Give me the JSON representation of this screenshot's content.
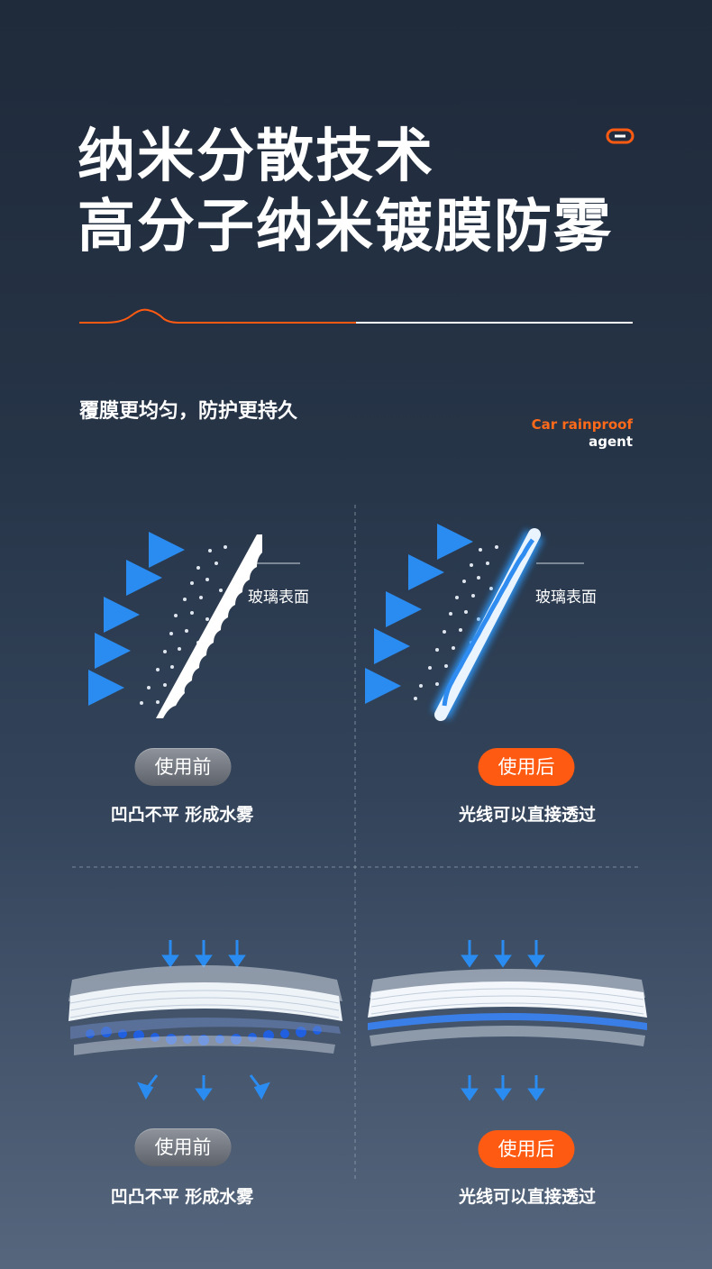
{
  "header": {
    "title_line1": "纳米分散技术",
    "title_line2": "高分子纳米镀膜防雾",
    "subtitle": "覆膜更均匀，防护更持久",
    "brand_line1": "Car rainproof",
    "brand_line2": "agent"
  },
  "colors": {
    "accent": "#ff5a12",
    "arrow_blue": "#2a7fe0",
    "before_pill": "#6e737b"
  },
  "icons": {
    "corner": "link-icon"
  },
  "panels": {
    "top_left": {
      "glass_label": "玻璃表面",
      "badge": "使用前",
      "caption": "凹凸不平 形成水雾"
    },
    "top_right": {
      "glass_label": "玻璃表面",
      "badge": "使用后",
      "caption": "光线可以直接透过"
    },
    "bottom_left": {
      "badge": "使用前",
      "caption": "凹凸不平 形成水雾"
    },
    "bottom_right": {
      "badge": "使用后",
      "caption": "光线可以直接透过"
    }
  }
}
